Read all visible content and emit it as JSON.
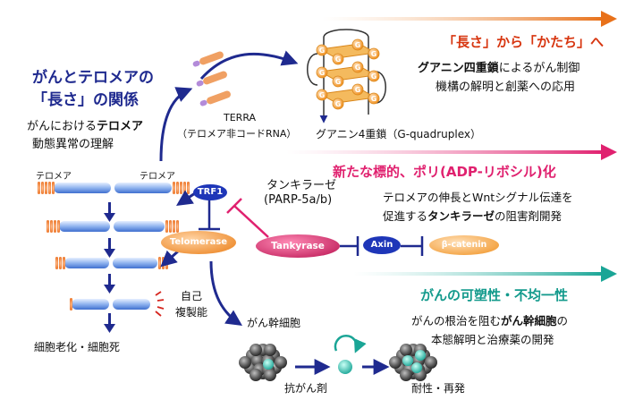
{
  "left": {
    "title_line1": "がんとテロメアの",
    "title_line2": "「長さ」の関係",
    "desc_part1": "がんにおける",
    "desc_bold": "テロメア",
    "desc_line2": "動態異常の理解",
    "telomere_label_left": "テロメア",
    "telomere_label_right": "テロメア",
    "senescence": "細胞老化・細胞死",
    "self_renewal_line1": "自己",
    "self_renewal_line2": "複製能"
  },
  "terra": {
    "line1": "TERRA",
    "line2": "（テロメア非コードRNA）"
  },
  "quadruplex": {
    "caption": "グアニン4重鎖（G-quadruplex）",
    "g_letter": "G"
  },
  "section1": {
    "title": "「長さ」から「かたち」へ",
    "desc_bold": "グアニン四重鎖",
    "desc_part1": "によるがん制御",
    "desc_line2": "機構の解明と創薬への応用",
    "color": "#e8711a"
  },
  "section2": {
    "title": "新たな標的、ポリ(ADP-リボシル)化",
    "desc_line1": "テロメアの伸長とWntシグナル伝達を",
    "desc_part1": "促進する",
    "desc_bold": "タンキラーゼ",
    "desc_part2": "の阻害剤開発",
    "color": "#e0216f"
  },
  "section3": {
    "title": "がんの可塑性・不均一性",
    "desc_part1": "がんの根治を阻む",
    "desc_bold": "がん幹細胞",
    "desc_part2": "の",
    "desc_line2": "本態解明と治療薬の開発",
    "color": "#1aa596"
  },
  "pathway": {
    "trf1": "TRF1",
    "telomerase": "Telomerase",
    "tankyrase_jp": "タンキラーゼ",
    "tankyrase_sub": "(PARP-5a/b)",
    "tankyrase": "Tankyrase",
    "axin": "Axin",
    "bcatenin": "β-catenin"
  },
  "stemcell": {
    "label": "がん幹細胞",
    "drug": "抗がん剤",
    "resistance": "耐性・再発"
  }
}
